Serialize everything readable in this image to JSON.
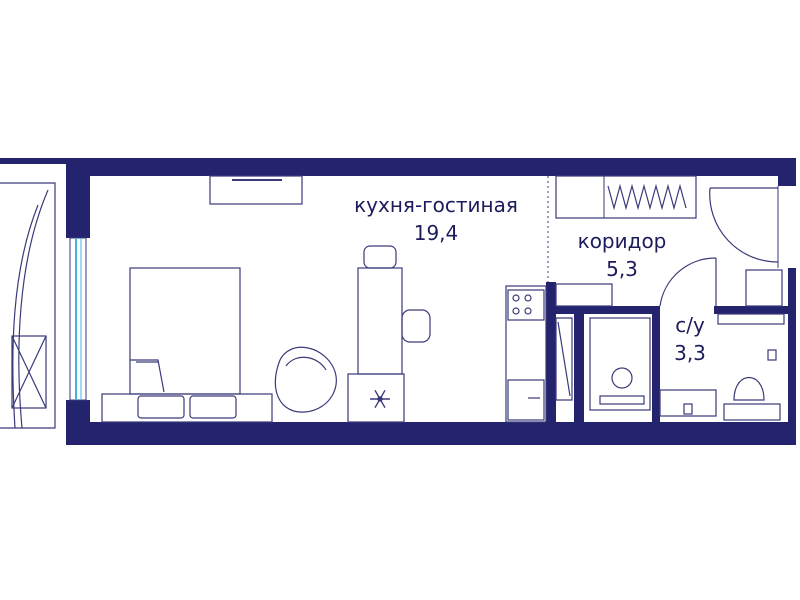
{
  "rooms": [
    {
      "name": "кухня-гостиная",
      "area": "19,4"
    },
    {
      "name": "коридор",
      "area": "5,3"
    },
    {
      "name": "с/у",
      "area": "3,3"
    }
  ],
  "colors": {
    "wall": "#24246e",
    "line": "#3a3a7a",
    "window": "#3fb3e6",
    "background": "#ffffff"
  },
  "icons": {
    "fridge_symbol": "snowflake-icon"
  }
}
